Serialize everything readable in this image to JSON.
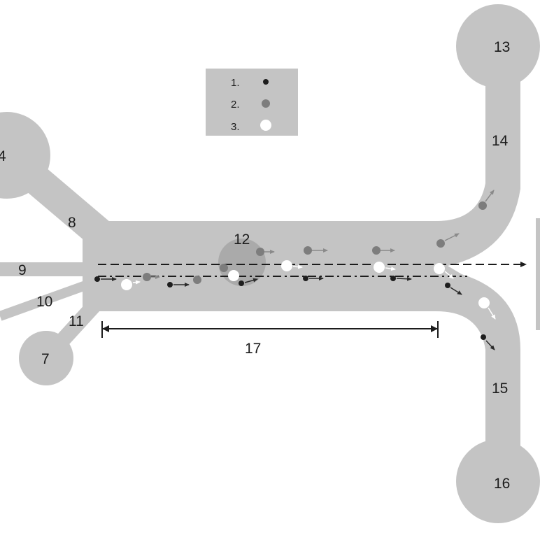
{
  "colors": {
    "channel": "#c4c4c4",
    "zone": "#a6a6a6",
    "type1": "#1e1e1e",
    "type2": "#7d7d7d",
    "type3": "#ffffff",
    "line": "#1c1c1c"
  },
  "labels": {
    "n4": "4",
    "n7": "7",
    "n8": "8",
    "n9": "9",
    "n10": "10",
    "n11": "11",
    "n12": "12",
    "n13": "13",
    "n14": "14",
    "n15": "15",
    "n16": "16",
    "n17": "17"
  },
  "legend": [
    {
      "label": "1.",
      "particle": "type1"
    },
    {
      "label": "2.",
      "particle": "type2"
    },
    {
      "label": "3.",
      "particle": "type3"
    }
  ]
}
